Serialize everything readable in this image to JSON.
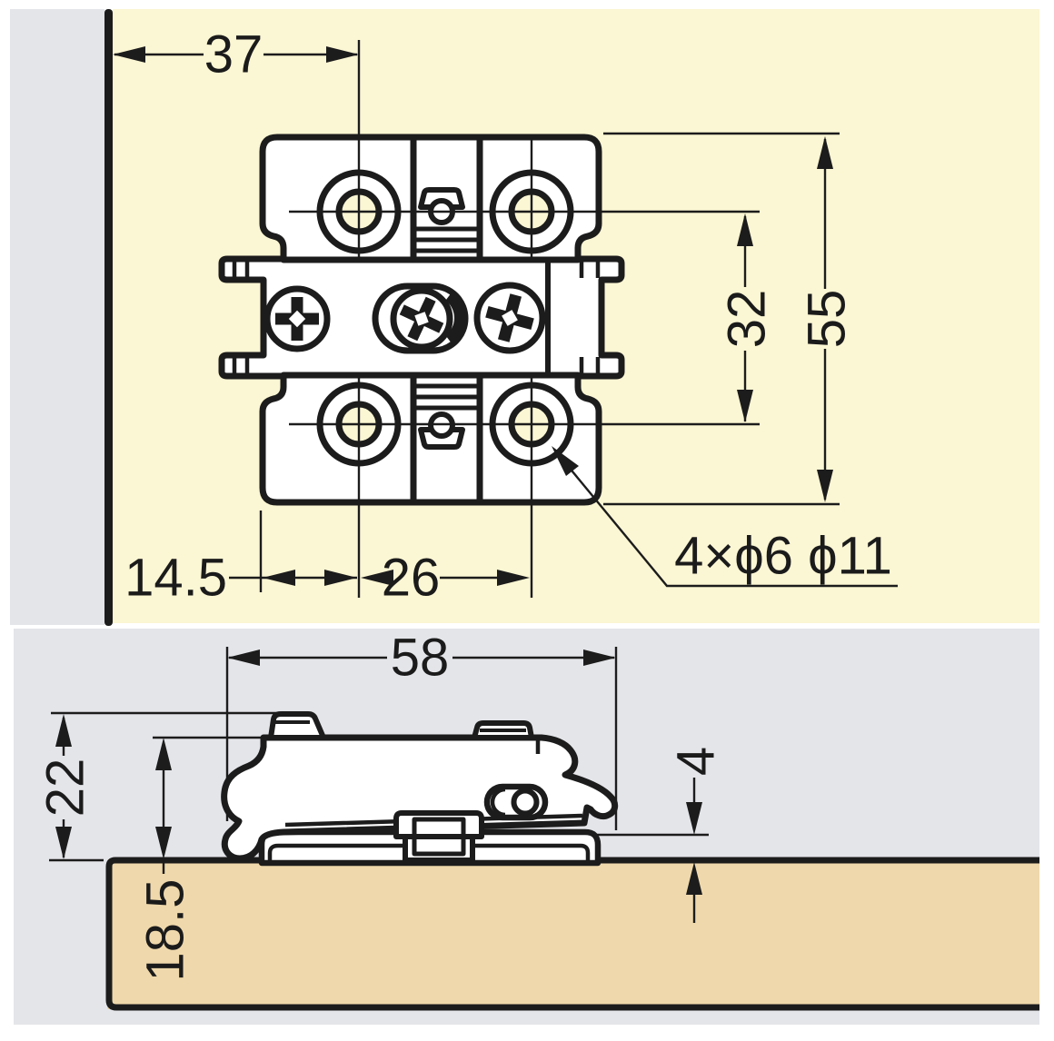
{
  "drawing": {
    "title": "Hinge mounting plate installation drawing",
    "colors": {
      "panel_face": "#FBF6D3",
      "background": "#E4E5E9",
      "wood": "#EFD8AB",
      "line": "#1C1C1C"
    },
    "top_view": {
      "dim_edge_to_hole_axis": "37",
      "dim_hole_row_spacing": "32",
      "dim_plate_height": "55",
      "dim_edge_offset": "14.5",
      "dim_hole_col_spacing": "26",
      "hole_callout": "4×ϕ6 ϕ11"
    },
    "side_view": {
      "dim_plate_length": "58",
      "dim_overall_height": "22",
      "dim_mount_height": "18.5",
      "dim_clearance": "4"
    }
  }
}
